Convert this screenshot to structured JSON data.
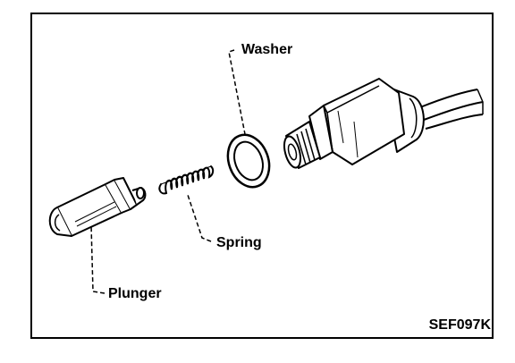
{
  "labels": {
    "washer": "Washer",
    "spring": "Spring",
    "plunger": "Plunger"
  },
  "figure_code": "SEF097K",
  "colors": {
    "ink": "#000000",
    "paper": "#ffffff"
  }
}
